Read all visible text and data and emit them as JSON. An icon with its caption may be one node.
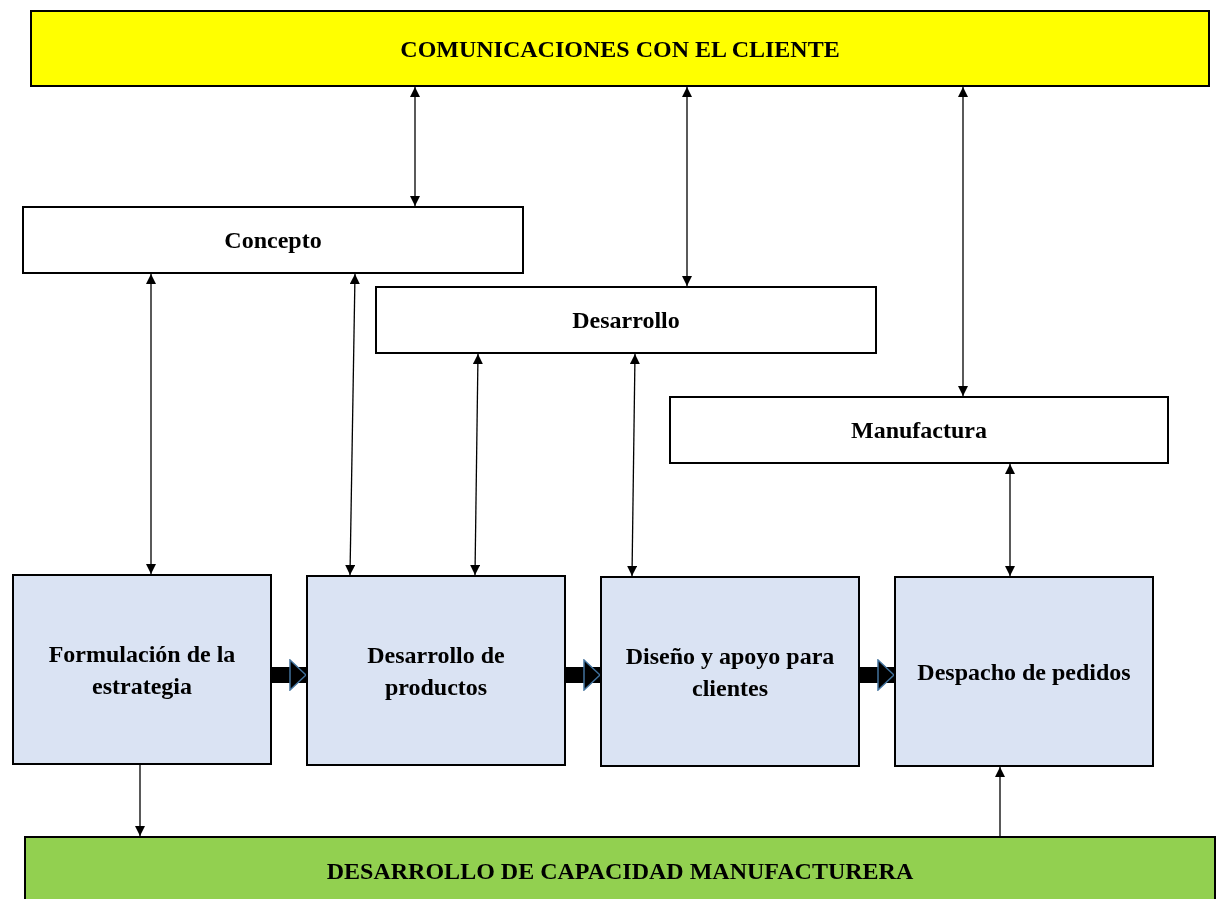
{
  "diagram": {
    "nodes": [
      {
        "text": [
          "COMUNICACIONES CON EL CLIENTE"
        ]
      },
      {
        "text": [
          "Concepto"
        ]
      },
      {
        "text": [
          "Desarrollo"
        ]
      },
      {
        "text": [
          "Manufactura"
        ]
      },
      {
        "text": [
          "Formulación de la estrategia"
        ]
      },
      {
        "text": [
          "Desarrollo de productos"
        ]
      },
      {
        "text": [
          "Diseño y apoyo para clientes"
        ]
      },
      {
        "text": [
          "Despacho de pedidos"
        ]
      },
      {
        "text": [
          "DESARROLLO DE CAPACIDAD MANUFACTURERA"
        ]
      }
    ],
    "edges": [
      {
        "from": 0,
        "to": 1,
        "arrow": "both"
      },
      {
        "from": 0,
        "to": 2,
        "arrow": "both"
      },
      {
        "from": 0,
        "to": 3,
        "arrow": "both"
      },
      {
        "from": 1,
        "to": 4,
        "arrow": "both"
      },
      {
        "from": 1,
        "to": 5,
        "arrow": "both"
      },
      {
        "from": 2,
        "to": 5,
        "arrow": "both"
      },
      {
        "from": 2,
        "to": 6,
        "arrow": "both"
      },
      {
        "from": 3,
        "to": 7,
        "arrow": "both"
      },
      {
        "from": 4,
        "to": 5,
        "arrow": "to",
        "style": "thick"
      },
      {
        "from": 5,
        "to": 6,
        "arrow": "to",
        "style": "thick"
      },
      {
        "from": 6,
        "to": 7,
        "arrow": "to",
        "style": "thick"
      },
      {
        "from": 4,
        "to": 8,
        "arrow": "to"
      },
      {
        "from": 8,
        "to": 7,
        "arrow": "to"
      }
    ]
  }
}
